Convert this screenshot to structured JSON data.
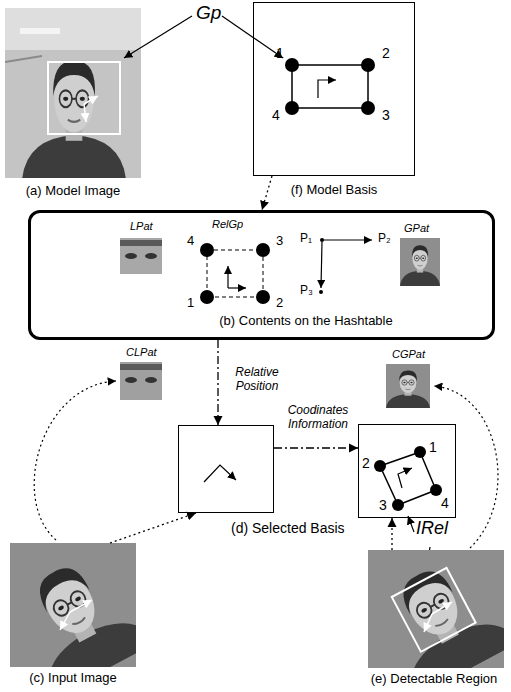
{
  "diagram": {
    "nodes": [
      {
        "text": [
          "(a) Model Image"
        ]
      },
      {
        "text": [
          "1",
          "2",
          "4",
          "3",
          "(f) Model Basis"
        ]
      },
      {
        "text": [
          "(b) Contents on the Hashtable"
        ]
      },
      {
        "text": [
          "(d) Selected Basis"
        ]
      },
      {
        "text": [
          "1",
          "2",
          "4",
          "3"
        ]
      },
      {
        "text": [
          "(c) Input Image"
        ]
      },
      {
        "text": [
          "(e) Detectable Region"
        ]
      }
    ],
    "edges": [
      {
        "from": 1,
        "to": 2,
        "arrow": "to"
      },
      {
        "from": 2,
        "to": 3,
        "label": "Relative Position",
        "arrow": "to"
      },
      {
        "from": 3,
        "to": 4,
        "label": "Coodinates Information",
        "arrow": "to"
      },
      {
        "from": 5,
        "to": 3,
        "arrow": "to"
      },
      {
        "from": 6,
        "to": 4,
        "arrow": "to"
      }
    ],
    "labels": [
      "Gp",
      "LPat",
      "RelGp",
      "4",
      "3",
      "1",
      "2",
      "P₁",
      "P₂",
      "P₃",
      "GPat",
      "CLPat",
      "CGPat",
      "IRel"
    ]
  }
}
